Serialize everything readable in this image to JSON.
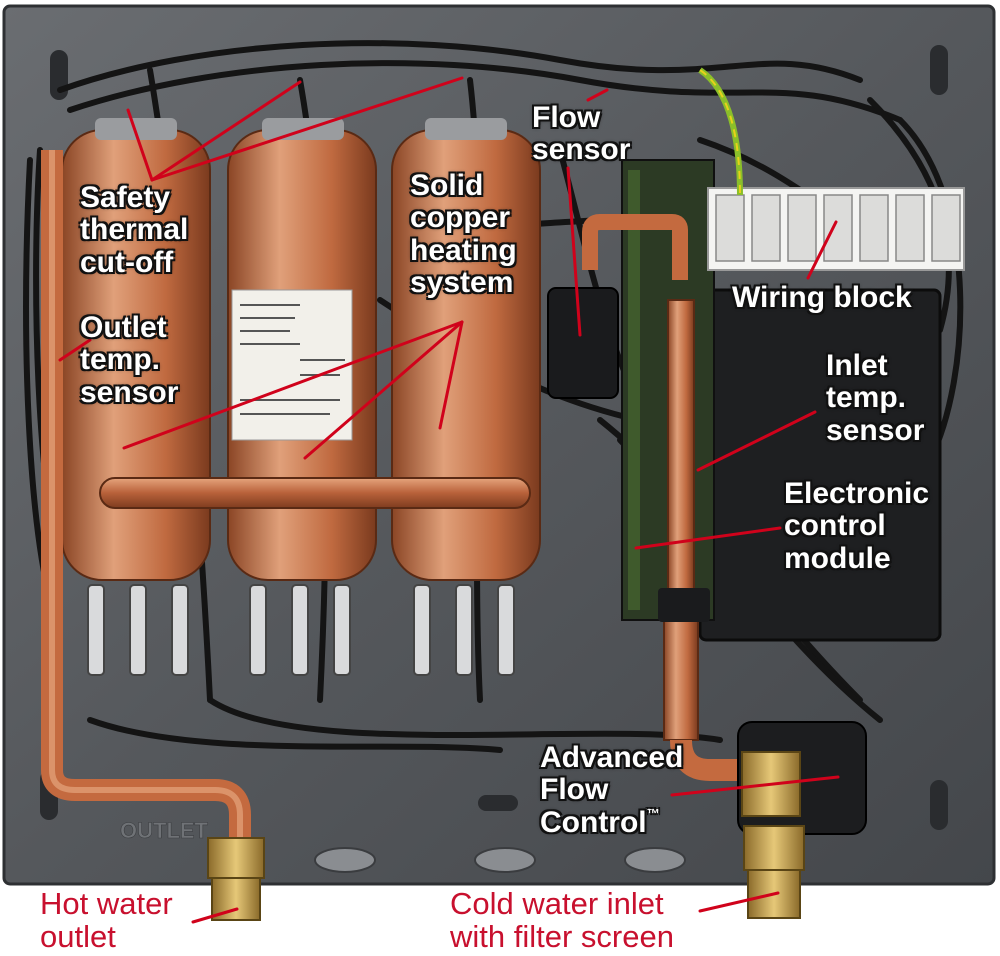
{
  "labels": {
    "safety_thermal_cutoff": "Safety\nthermal\ncut-off",
    "outlet_temp_sensor": "Outlet\ntemp.\nsensor",
    "solid_copper_heating_system": "Solid\ncopper\nheating\nsystem",
    "flow_sensor": "Flow\nsensor",
    "wiring_block": "Wiring block",
    "inlet_temp_sensor": "Inlet\ntemp.\nsensor",
    "electronic_control_module": "Electronic\ncontrol\nmodule",
    "advanced_flow_control": "Advanced\nFlow\nControl",
    "trademark": "™",
    "hot_water_outlet": "Hot water\noutlet",
    "cold_water_inlet": "Cold water inlet\nwith filter screen"
  },
  "embossed_text": {
    "outlet": "OUTLET"
  },
  "colors": {
    "label_text": "#ffffff",
    "callout_line": "#d0021b",
    "caption_text": "#c8102e",
    "copper": "#c46a3f",
    "housing": "#55585c"
  }
}
